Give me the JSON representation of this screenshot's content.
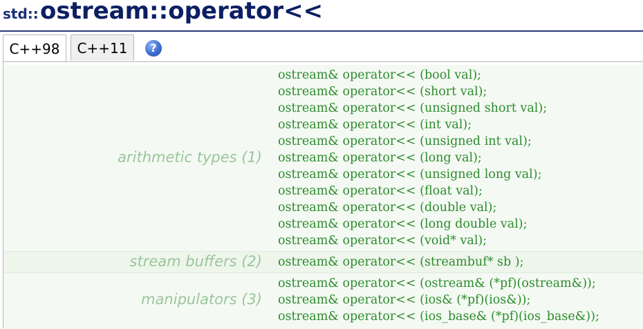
{
  "title": {
    "prefix": "std::",
    "main": "ostream::operator<<"
  },
  "tabs": [
    {
      "label": "C++98",
      "active": true
    },
    {
      "label": "C++11",
      "active": false
    }
  ],
  "help_icon": {
    "glyph": "?",
    "icon": "help-icon"
  },
  "groups": {
    "arithmetic": {
      "label": "arithmetic types (1)",
      "lines": [
        "ostream& operator<< (bool val);",
        "ostream& operator<< (short val);",
        "ostream& operator<< (unsigned short val);",
        "ostream& operator<< (int val);",
        "ostream& operator<< (unsigned int val);",
        "ostream& operator<< (long val);",
        "ostream& operator<< (unsigned long val);",
        "ostream& operator<< (float val);",
        "ostream& operator<< (double val);",
        "ostream& operator<< (long double val);",
        "ostream& operator<< (void* val);"
      ]
    },
    "stream_buffers": {
      "label": "stream buffers (2)",
      "lines": [
        "ostream& operator<< (streambuf* sb );"
      ]
    },
    "manipulators": {
      "label": "manipulators (3)",
      "lines": [
        "ostream& operator<< (ostream& (*pf)(ostream&));",
        "ostream& operator<< (ios& (*pf)(ios&));",
        "ostream& operator<< (ios_base& (*pf)(ios_base&));"
      ]
    }
  },
  "colors": {
    "title": "#0c1f63",
    "code": "#2d8a2d",
    "group_label": "#9cc49c",
    "panel_bg": "#f4faf3"
  }
}
